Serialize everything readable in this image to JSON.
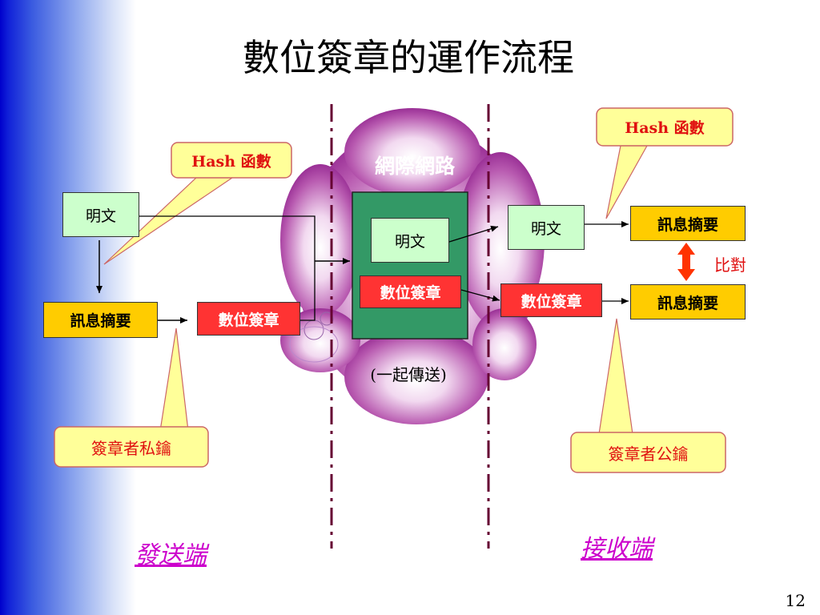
{
  "title": "數位簽章的運作流程",
  "cloud_label": "網際網路",
  "together_label": "(一起傳送)",
  "compare_label": "比對",
  "sender_label": "發送端",
  "receiver_label": "接收端",
  "page_number": "12",
  "sender": {
    "plaintext": "明文",
    "digest": "訊息摘要",
    "signature": "數位簽章",
    "hash_callout": "Hash 函數",
    "key_callout": "簽章者私鑰"
  },
  "network": {
    "plaintext": "明文",
    "signature": "數位簽章"
  },
  "receiver": {
    "plaintext": "明文",
    "digest_top": "訊息摘要",
    "signature": "數位簽章",
    "digest_bottom": "訊息摘要",
    "hash_callout": "Hash 函數",
    "key_callout": "簽章者公鑰"
  },
  "colors": {
    "plaintext_fill": "#ccffcc",
    "digest_fill": "#ffcc00",
    "signature_fill": "#ff3333",
    "callout_fill": "#ffff99",
    "network_box_fill": "#339966",
    "divider": "#660033",
    "accent_text": "#cc00cc"
  }
}
